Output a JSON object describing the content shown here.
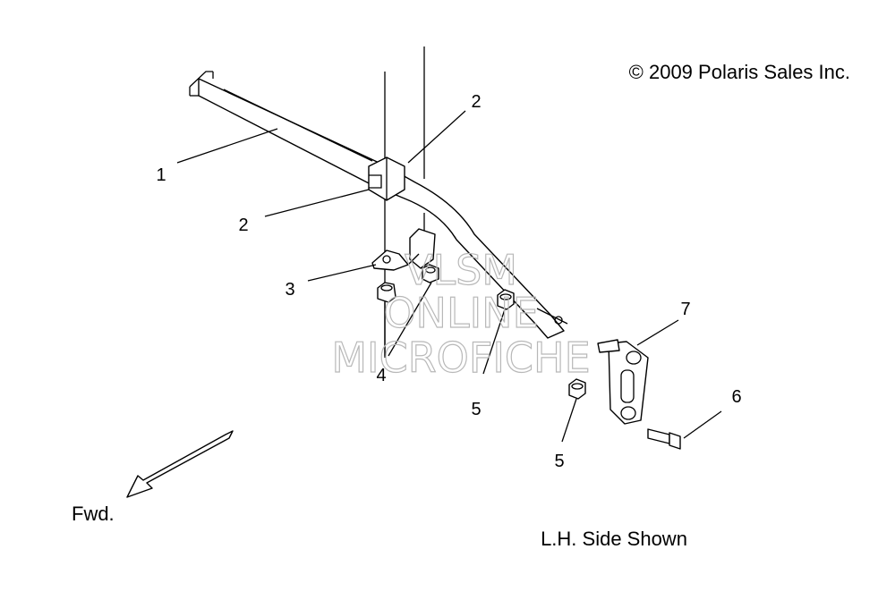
{
  "copyright": "© 2009 Polaris Sales Inc.",
  "side_note": "L.H. Side Shown",
  "forward_label": "Fwd.",
  "watermark": [
    "VLSM",
    "ONLINE",
    "MICROFICHE"
  ],
  "callouts": [
    {
      "id": "c1",
      "label": "1"
    },
    {
      "id": "c2a",
      "label": "2"
    },
    {
      "id": "c2b",
      "label": "2"
    },
    {
      "id": "c3",
      "label": "3"
    },
    {
      "id": "c4",
      "label": "4"
    },
    {
      "id": "c5a",
      "label": "5"
    },
    {
      "id": "c5b",
      "label": "5"
    },
    {
      "id": "c6",
      "label": "6"
    },
    {
      "id": "c7",
      "label": "7"
    }
  ],
  "colors": {
    "line": "#000000",
    "watermark": "#b8b8b8",
    "background": "#ffffff"
  }
}
